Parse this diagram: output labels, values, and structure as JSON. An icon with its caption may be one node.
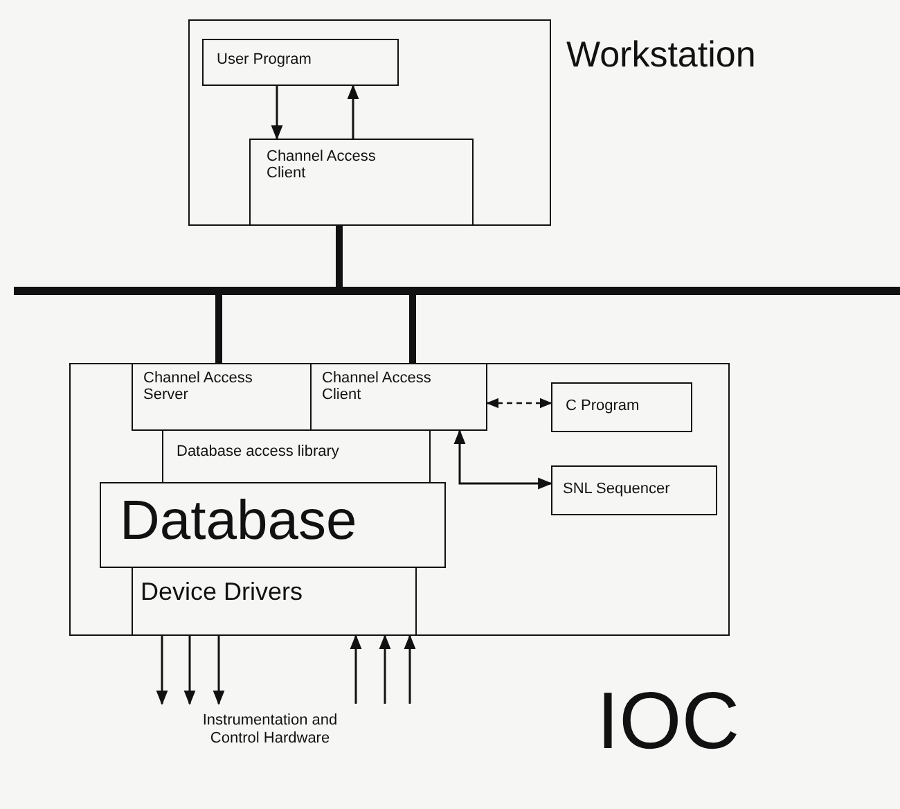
{
  "diagram": {
    "nodes": [
      {
        "text": [
          "Workstation"
        ]
      },
      {
        "text": [
          "User Program"
        ],
        "in": 0
      },
      {
        "text": [
          "Channel Access Client"
        ],
        "in": 0
      },
      {
        "text": [],
        "shape": "bar"
      },
      {
        "text": [
          "IOC"
        ]
      },
      {
        "text": [
          "Channel Access Server"
        ],
        "in": 4
      },
      {
        "text": [
          "Channel Access Client"
        ],
        "in": 4
      },
      {
        "text": [
          "C Program"
        ],
        "in": 4
      },
      {
        "text": [
          "SNL Sequencer"
        ],
        "in": 4
      },
      {
        "text": [
          "Database access library"
        ],
        "in": 4
      },
      {
        "text": [
          "Database"
        ],
        "in": 4
      },
      {
        "text": [
          "Device Drivers"
        ],
        "in": 4
      },
      {
        "text": [
          "Instrumentation and Control Hardware"
        ]
      }
    ],
    "edges": [
      {
        "from": 1,
        "to": 2,
        "arrow": "to"
      },
      {
        "from": 2,
        "to": 1,
        "arrow": "to"
      },
      {
        "from": 2,
        "to": 3,
        "arrow": "none",
        "style": "thick"
      },
      {
        "from": 3,
        "to": 5,
        "arrow": "none",
        "style": "thick"
      },
      {
        "from": 3,
        "to": 6,
        "arrow": "none",
        "style": "thick"
      },
      {
        "from": 6,
        "to": 7,
        "arrow": "both",
        "style": "dashed"
      },
      {
        "from": 6,
        "to": 8,
        "arrow": "both"
      },
      {
        "from": 11,
        "to": 12,
        "arrow": "to"
      },
      {
        "from": 11,
        "to": 12,
        "arrow": "to"
      },
      {
        "from": 11,
        "to": 12,
        "arrow": "to"
      },
      {
        "from": 12,
        "to": 11,
        "arrow": "to"
      },
      {
        "from": 12,
        "to": 11,
        "arrow": "to"
      },
      {
        "from": 12,
        "to": 11,
        "arrow": "to"
      }
    ]
  }
}
